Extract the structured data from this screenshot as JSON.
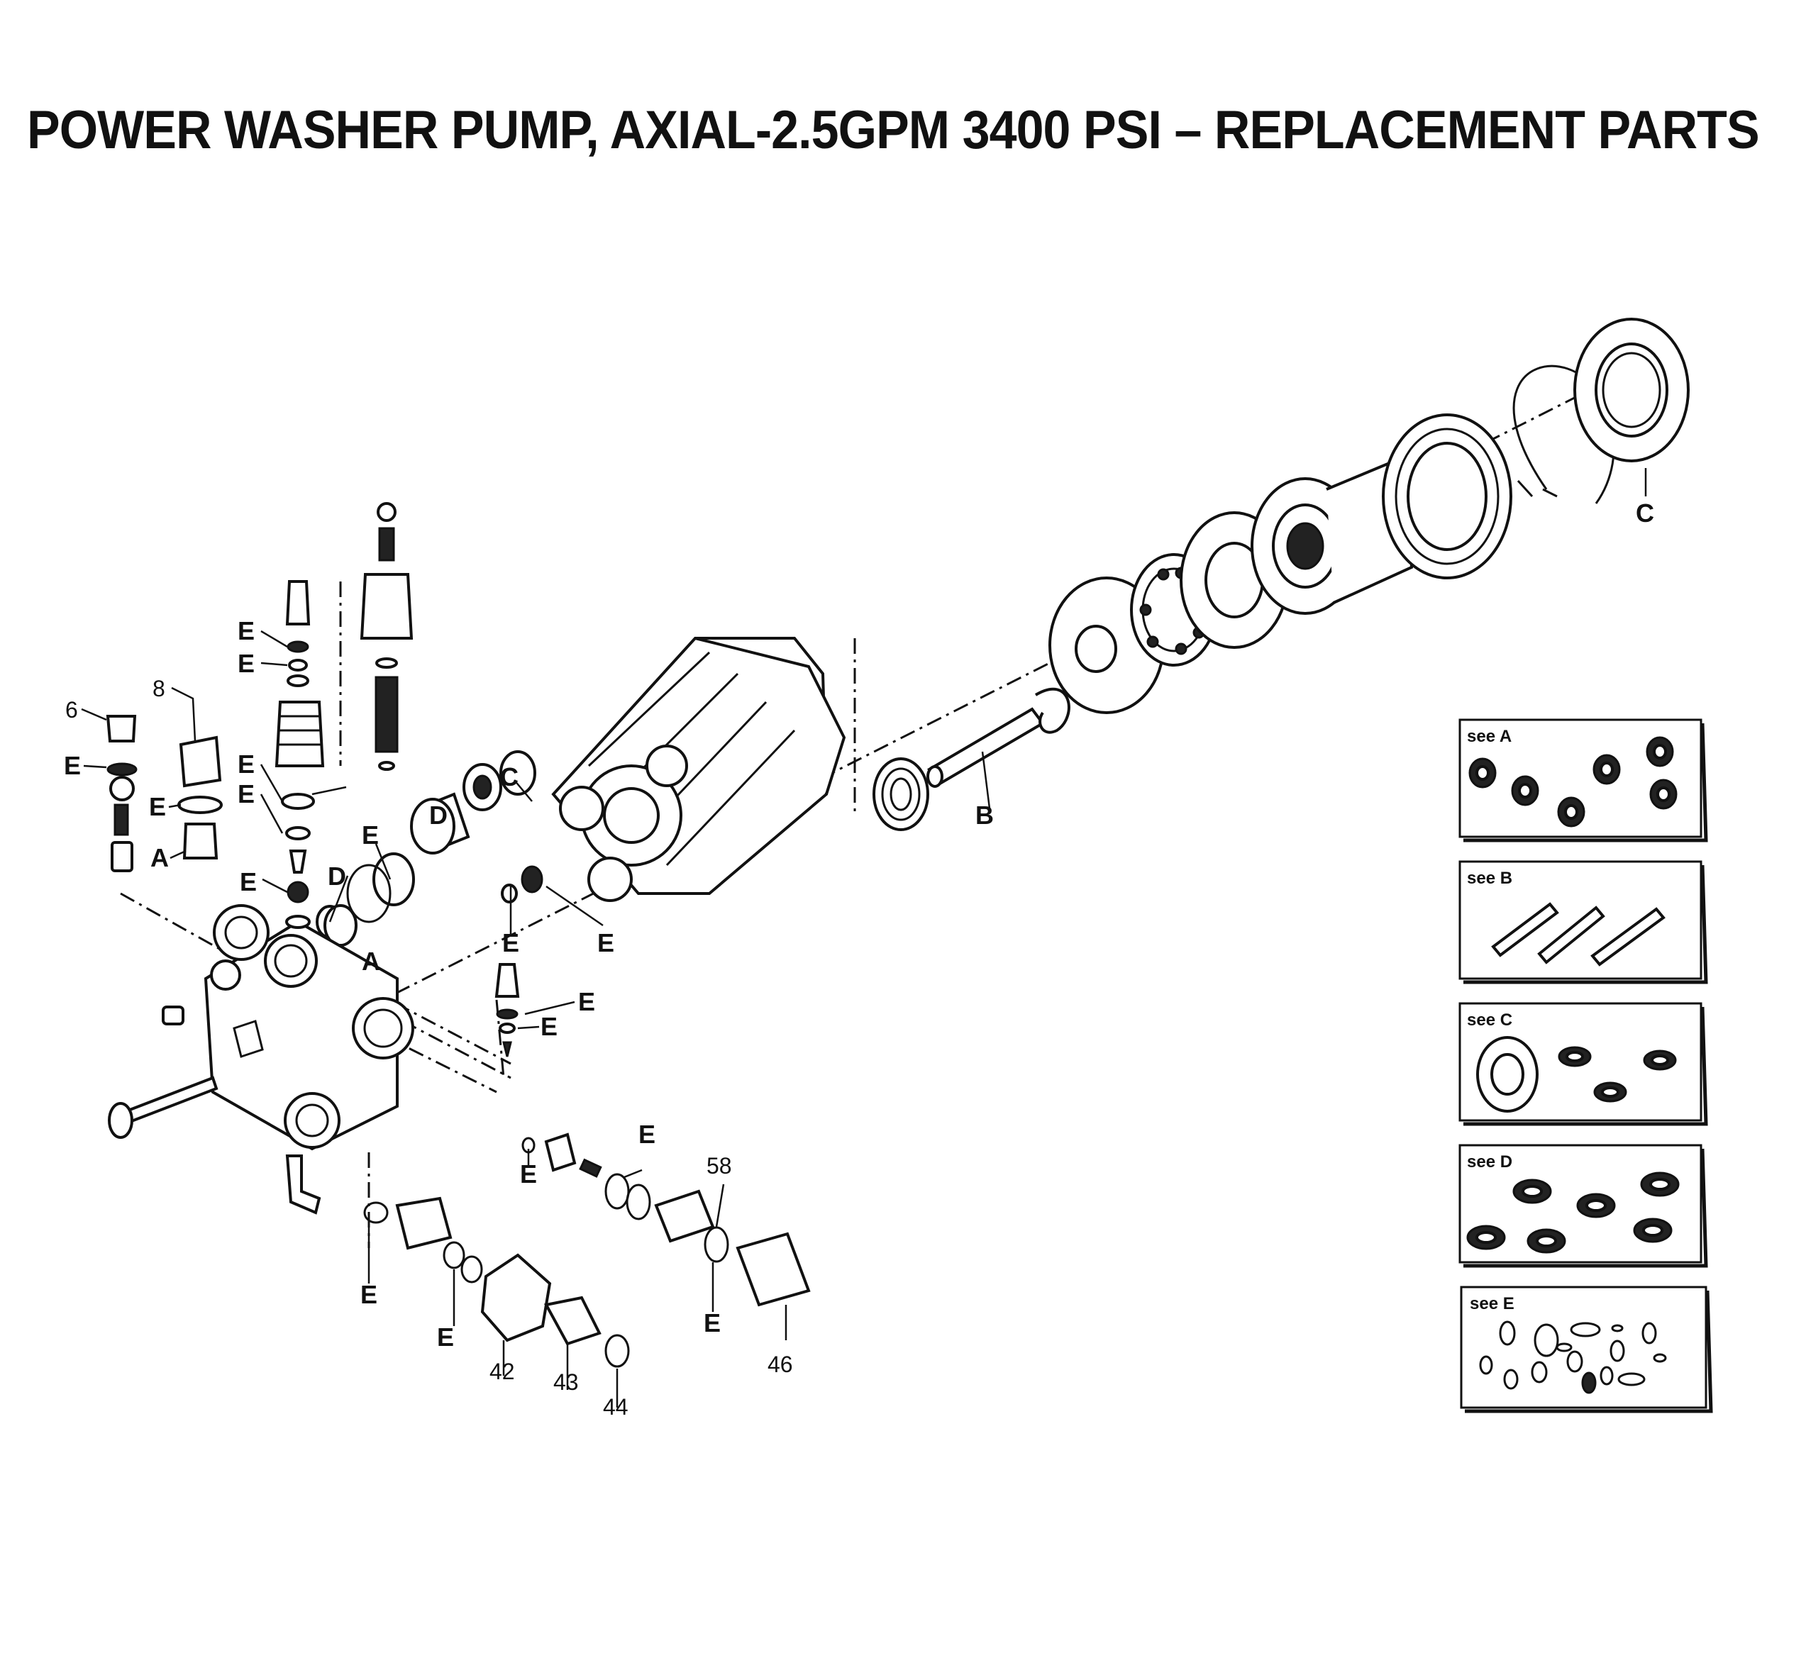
{
  "title": "POWER WASHER PUMP, AXIAL-2.5GPM 3400 PSI – REPLACEMENT PARTS",
  "callouts": {
    "A": "A",
    "B": "B",
    "C": "C",
    "D": "D",
    "E": "E",
    "n6": "6",
    "n8": "8",
    "n42": "42",
    "n43": "43",
    "n44": "44",
    "n46": "46",
    "n58": "58"
  },
  "kits": [
    {
      "label": "see A"
    },
    {
      "label": "see B"
    },
    {
      "label": "see C"
    },
    {
      "label": "see D"
    },
    {
      "label": "see E"
    }
  ]
}
